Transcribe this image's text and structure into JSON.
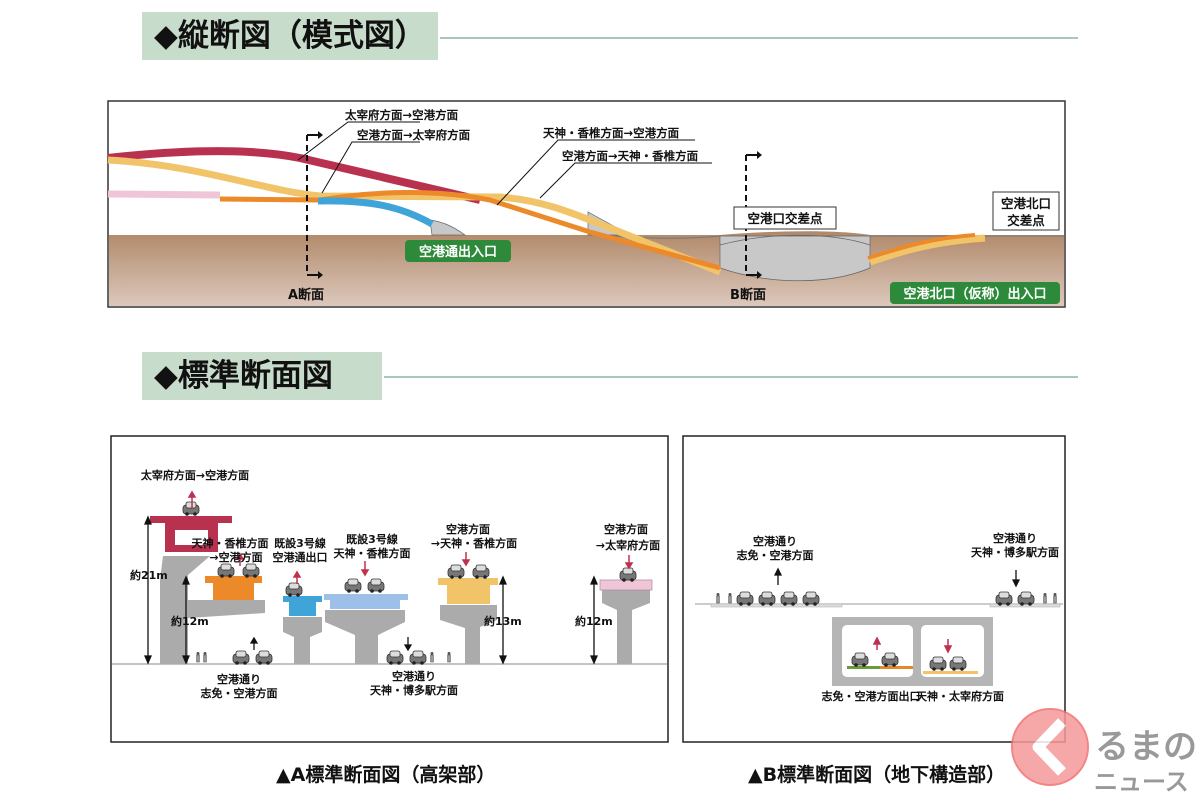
{
  "headers": {
    "profile_title": "◆縦断図（模式図）",
    "standard_title": "◆標準断面図"
  },
  "profile": {
    "route_dazaifu_to_airport": "太宰府方面→空港方面",
    "route_airport_to_dazaifu": "空港方面→太宰府方面",
    "route_tenjin_to_airport": "天神・香椎方面→空港方面",
    "route_airport_to_tenjin": "空港方面→天神・香椎方面",
    "exit_airport_street": "空港通出入口",
    "exit_airport_north": "空港北口（仮称）出入口",
    "intersection_airport_gate": "空港口交差点",
    "intersection_airport_north_1": "空港北口",
    "intersection_airport_north_2": "交差点",
    "section_a": "A断面",
    "section_b": "B断面"
  },
  "section_a": {
    "top_label": "太宰府方面→空港方面",
    "tenjin_to_airport_1": "天神・香椎方面",
    "tenjin_to_airport_2": "→空港方面",
    "line3_exit_1": "既設3号線",
    "line3_exit_2": "空港通出口",
    "line3_tenjin_1": "既設3号線",
    "line3_tenjin_2": "天神・香椎方面",
    "airport_to_tenjin_1": "空港方面",
    "airport_to_tenjin_2": "→天神・香椎方面",
    "airport_to_dazaifu_1": "空港方面",
    "airport_to_dazaifu_2": "→太宰府方面",
    "height_21": "約21m",
    "height_12a": "約12m",
    "height_13": "約13m",
    "height_12b": "約12m",
    "street_west_1": "空港通り",
    "street_west_2": "志免・空港方面",
    "street_east_1": "空港通り",
    "street_east_2": "天神・博多駅方面"
  },
  "section_b": {
    "street_west_1": "空港通り",
    "street_west_2": "志免・空港方面",
    "street_east_1": "空港通り",
    "street_east_2": "天神・博多駅方面",
    "tunnel_left": "志免・空港方面出口",
    "tunnel_right": "天神・太宰府方面"
  },
  "captions": {
    "a": "▲A標準断面図（高架部）",
    "b": "▲B標準断面図（地下構造部）"
  },
  "logo": {
    "line1": "るまの",
    "line2": "ニュース"
  },
  "colors": {
    "red": "#b8324f",
    "yellow": "#f2c46a",
    "orange": "#ec8a2a",
    "blue": "#3fa4d8",
    "pink": "#efc6d8",
    "green": "#2c8a3a",
    "ground": "#b89478"
  }
}
